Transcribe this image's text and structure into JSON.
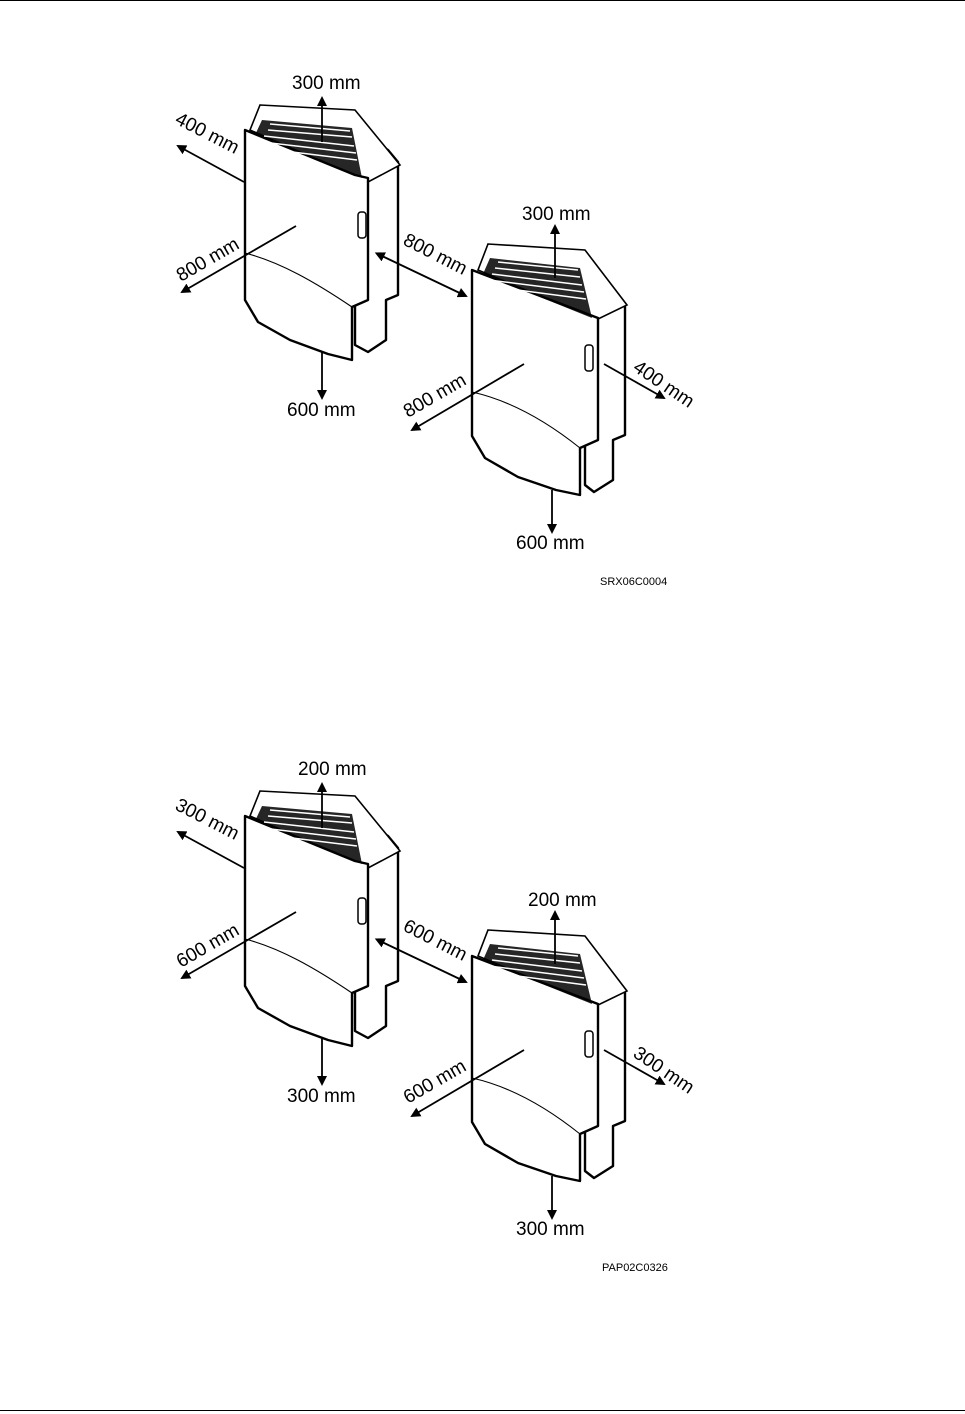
{
  "figure1": {
    "code": "SRX06C0004",
    "unit_a": {
      "top": "300 mm",
      "left": "400 mm",
      "front": "800 mm",
      "right": "800 mm",
      "bottom": "600 mm"
    },
    "unit_b": {
      "top": "300 mm",
      "front": "800 mm",
      "right": "400 mm",
      "bottom": "600 mm"
    }
  },
  "figure2": {
    "code": "PAP02C0326",
    "unit_a": {
      "top": "200 mm",
      "left": "300 mm",
      "front": "600 mm",
      "right": "600 mm",
      "bottom": "300 mm"
    },
    "unit_b": {
      "top": "200 mm",
      "front": "600 mm",
      "right": "300 mm",
      "bottom": "300 mm"
    }
  }
}
